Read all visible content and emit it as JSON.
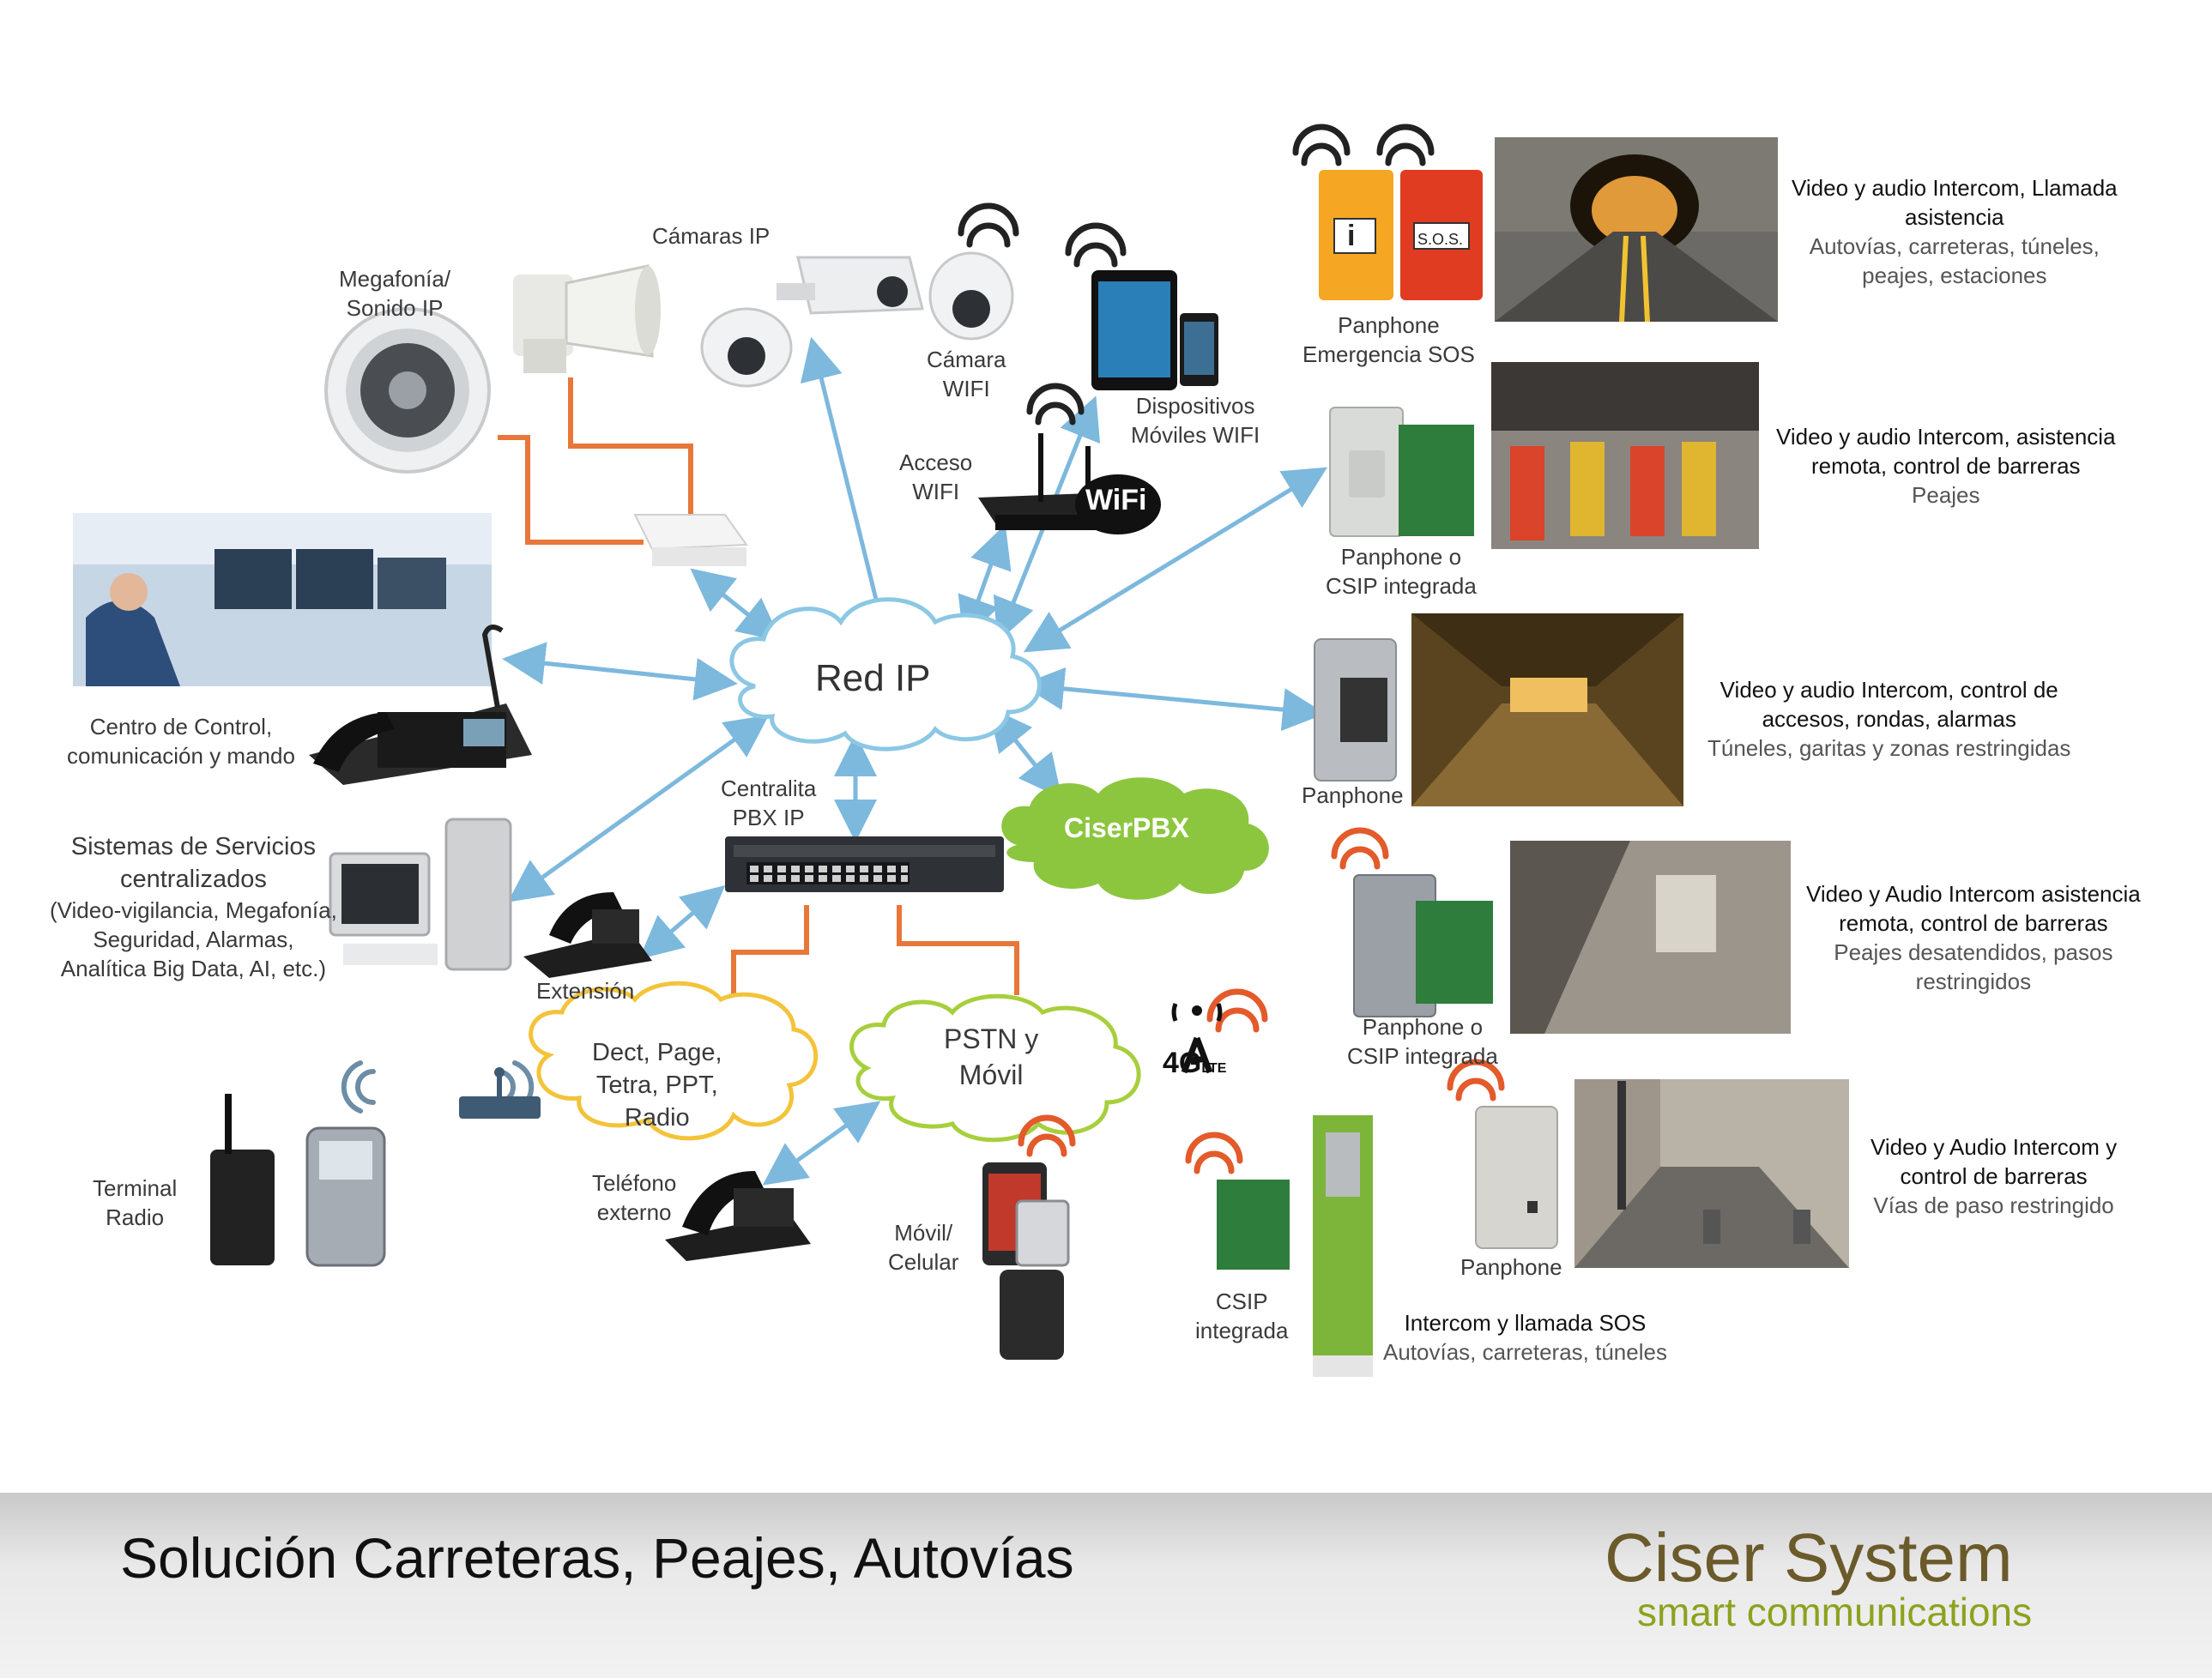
{
  "center": {
    "red_ip": "Red IP",
    "ciserpbx": "CiserPBX",
    "pstn": [
      "PSTN y",
      "Móvil"
    ],
    "dect": [
      "Dect, Page,",
      "Tetra, PPT,",
      "Radio"
    ],
    "centralita": [
      "Centralita",
      "PBX IP"
    ],
    "extension": "Extensión",
    "telefono_externo": [
      "Teléfono",
      "externo"
    ],
    "movil": [
      "Móvil/",
      "Celular"
    ],
    "terminal_radio": [
      "Terminal",
      "Radio"
    ],
    "lte": "4G",
    "lte_sub": "LTE"
  },
  "left": {
    "megafonia": [
      "Megafonía/",
      "Sonido IP"
    ],
    "camaras_ip": "Cámaras IP",
    "camara_wifi": [
      "Cámara",
      "WIFI"
    ],
    "dispositivos": [
      "Dispositivos",
      "Móviles WIFI"
    ],
    "acceso_wifi": [
      "Acceso",
      "WIFI"
    ],
    "wifi_logo": "WiFi",
    "centro_control": [
      "Centro de Control,",
      "comunicación y mando"
    ],
    "sistemas": [
      "Sistemas de Servicios",
      "centralizados",
      "(Video-vigilancia, Megafonía,",
      "Seguridad, Alarmas,",
      "Analítica Big Data, AI, etc.)"
    ]
  },
  "right": {
    "panphone_sos": [
      "Panphone",
      "Emergencia SOS"
    ],
    "panphone_csip1": [
      "Panphone o",
      "CSIP integrada"
    ],
    "panphone": "Panphone",
    "panphone_csip2": [
      "Panphone o",
      "CSIP integrada"
    ],
    "panphone2": "Panphone",
    "csip": [
      "CSIP",
      "integrada"
    ],
    "sos_sign_i": "i",
    "sos_sign": "S.O.S.",
    "desc1": {
      "t": [
        "Video y audio Intercom, Llamada",
        "asistencia"
      ],
      "g": [
        "Autovías, carreteras, túneles,",
        "peajes, estaciones"
      ]
    },
    "desc2": {
      "t": [
        "Video y audio Intercom, asistencia",
        "remota, control de barreras"
      ],
      "g": [
        "Peajes"
      ]
    },
    "desc3": {
      "t": [
        "Video y audio Intercom, control de",
        "accesos, rondas, alarmas"
      ],
      "g": [
        "Túneles, garitas y zonas restringidas"
      ]
    },
    "desc4": {
      "t": [
        "Video y Audio Intercom asistencia",
        "remota, control de barreras"
      ],
      "g": [
        "Peajes desatendidos, pasos",
        "restringidos"
      ]
    },
    "desc5": {
      "t": [
        "Video y Audio Intercom y",
        "control de barreras"
      ],
      "g": [
        "Vías de paso restringido"
      ]
    },
    "desc6": {
      "t": [
        "Intercom  y llamada SOS"
      ],
      "g": [
        "Autovías, carreteras, túneles"
      ]
    }
  },
  "footer": {
    "title": "Solución Carreteras, Peajes, Autovías",
    "brand": "Ciser System",
    "tagline": "smart communications"
  },
  "colors": {
    "arrow": "#7db8dd",
    "orange": "#e8773a",
    "cloud_blue": "#8cc7e4",
    "cloud_yellow": "#f3c33a",
    "cloud_green": "#a7cf3d",
    "pbx_green": "#8cc63f"
  }
}
